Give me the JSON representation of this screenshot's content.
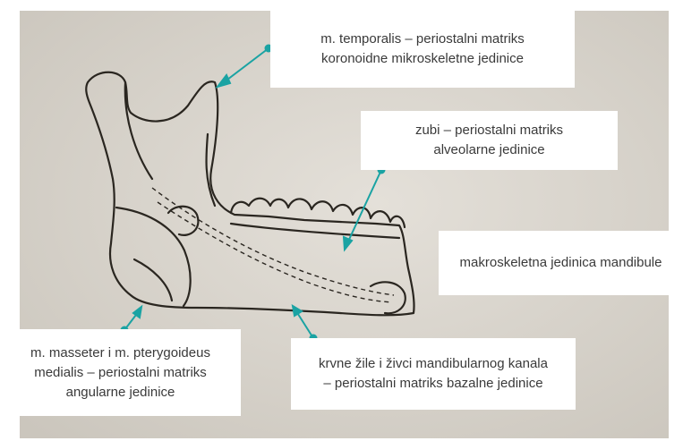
{
  "colors": {
    "paper": "#d8d3cb",
    "ink": "#2a2620",
    "pointer": "#1aa3a3",
    "label_bg": "#ffffff",
    "label_text": "#3a3a3a"
  },
  "labels": {
    "temporalis": {
      "line1": "m. temporalis – periostalni matriks",
      "line2": "koronoidne mikroskeletne jedinice"
    },
    "teeth": {
      "line1": "zubi – periostalni matriks",
      "line2": "alveolarne jedinice"
    },
    "macro": {
      "line1": "makroskeletna jedinica mandibule"
    },
    "masseter": {
      "line1": "m. masseter i m. pterygoideus",
      "line2": "medialis – periostalni matriks",
      "line3": "angularne jedinice"
    },
    "canal": {
      "line1": "krvne žile i živci mandibularnog kanala",
      "line2": "– periostalni matriks bazalne jedinice"
    }
  },
  "icons": {
    "pointer": "arrow-pointer-icon"
  }
}
